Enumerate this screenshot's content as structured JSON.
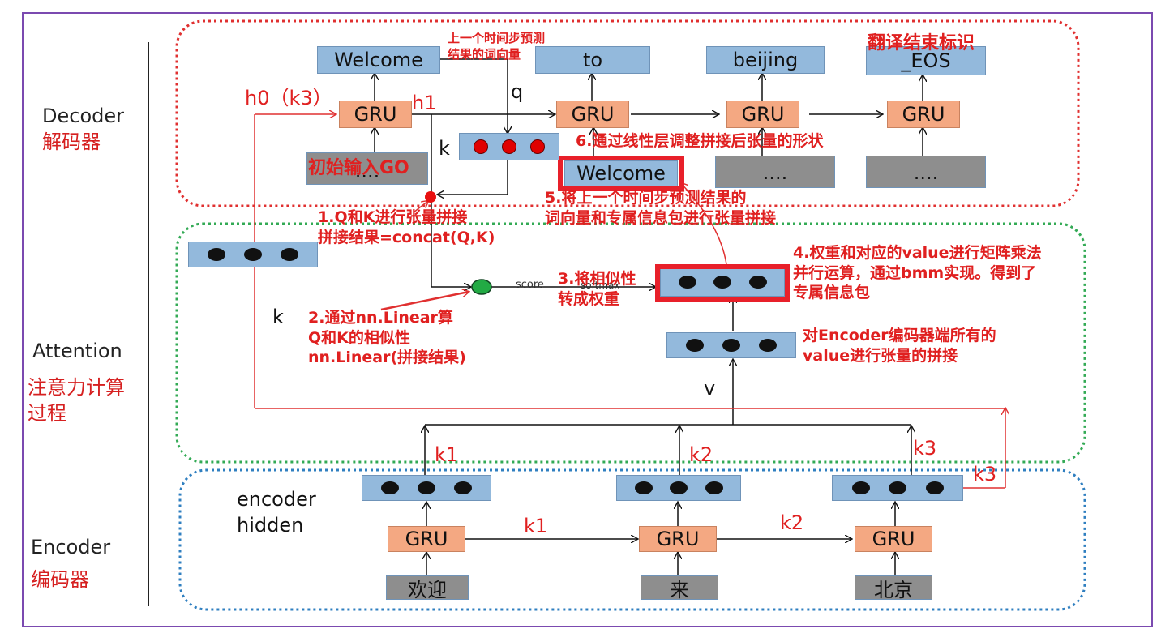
{
  "sections": {
    "decoder_en": "Decoder",
    "decoder_zh": "解码器",
    "attention_en": "Attention",
    "attention_zh": "注意力计算过程",
    "encoder_en": "Encoder",
    "encoder_zh": "编码器"
  },
  "decoder": {
    "outputs": [
      "Welcome",
      "to",
      "beijing",
      "_EOS"
    ],
    "gru_label": "GRU",
    "inputs": [
      "....",
      "Welcome",
      "....",
      "...."
    ],
    "init_input_note": "初始输入GO",
    "h0_label": "h0（k3）",
    "h1_label": "h1",
    "q_label": "q",
    "k_label": "k",
    "prev_step_note": "上一个时间步预测结果的词向量",
    "eos_note": "翻译结束标识"
  },
  "attention": {
    "k_label": "k",
    "v_label": "v",
    "score_label": "score",
    "softmax_label": "softmax"
  },
  "encoder": {
    "hidden_label": "encoder hidden",
    "gru_label": "GRU",
    "inputs": [
      "欢迎",
      "来",
      "北京"
    ],
    "k_labels": [
      "k1",
      "k2",
      "k3"
    ],
    "chain_labels": [
      "k1",
      "k2"
    ],
    "k3_out": "k3"
  },
  "notes": {
    "step1": "1.Q和K进行张量拼接\n拼接结果=concat(Q,K)",
    "step2": "2.通过nn.Linear算\nQ和K的相似性\nnn.Linear(拼接结果)",
    "step3": "3.将相似性\n转成权重",
    "step4": "4.权重和对应的value进行矩阵乘法\n并行运算，通过bmm实现。得到了\n专属信息包",
    "step5": "5.将上一个时间步预测结果的\n词向量和专属信息包进行张量拼接",
    "step6": "6.通过线性层调整拼接后张量的形状",
    "concat_values": "对Encoder编码器端所有的\nvalue进行张量的拼接"
  },
  "colors": {
    "decoder_border": "#e03030",
    "attention_border": "#33aa55",
    "encoder_border": "#2f7fc0",
    "frame": "#7b4ab0",
    "annotation": "#e02020"
  }
}
